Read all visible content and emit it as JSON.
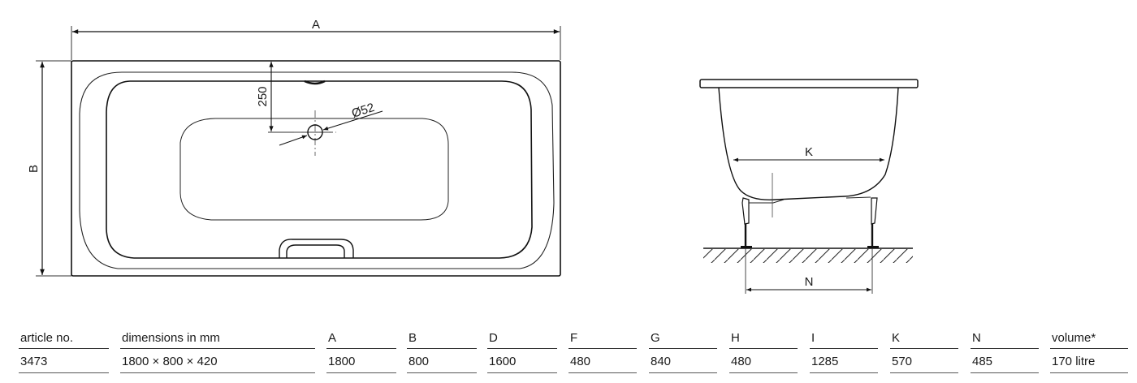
{
  "plan_view": {
    "dim_length_label": "A",
    "dim_width_label": "B",
    "dim_overflow_offset": "250",
    "dim_drain_diameter": "Ø52"
  },
  "side_view": {
    "dim_inner_width_label": "K",
    "dim_feet_span_label": "N"
  },
  "spec_table": {
    "columns": [
      {
        "header": "article no.",
        "value": "3473"
      },
      {
        "header": "dimensions in mm",
        "value": "1800 × 800 × 420"
      },
      {
        "header": "A",
        "value": "1800"
      },
      {
        "header": "B",
        "value": "800"
      },
      {
        "header": "D",
        "value": "1600"
      },
      {
        "header": "F",
        "value": "480"
      },
      {
        "header": "G",
        "value": "840"
      },
      {
        "header": "H",
        "value": "480"
      },
      {
        "header": "I",
        "value": "1285"
      },
      {
        "header": "K",
        "value": "570"
      },
      {
        "header": "N",
        "value": "485"
      },
      {
        "header": "volume*",
        "value": "170 litre"
      }
    ]
  }
}
